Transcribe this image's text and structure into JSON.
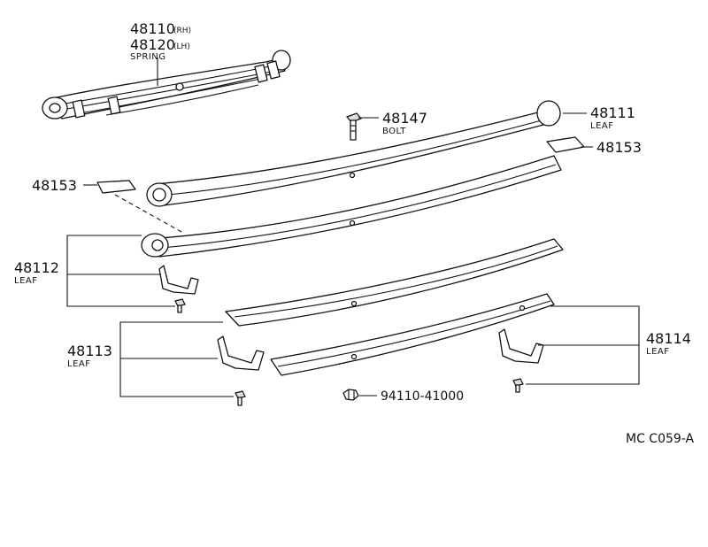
{
  "labels": {
    "spring_rh": "48110",
    "spring_rh_suffix": "(RH)",
    "spring_lh": "48120",
    "spring_lh_suffix": "(LH)",
    "spring_name": "SPRING",
    "bolt_num": "48147",
    "bolt_name": "BOLT",
    "leaf_top_num": "48111",
    "leaf_top_name": "LEAF",
    "pad_right_num": "48153",
    "pad_left_num": "48153",
    "leaf2_num": "48112",
    "leaf2_name": "LEAF",
    "leaf3_num": "48113",
    "leaf3_name": "LEAF",
    "leaf4_num": "48114",
    "leaf4_name": "LEAF",
    "nut_num": "94110-41000",
    "diagram_code": "MC C059-A"
  }
}
